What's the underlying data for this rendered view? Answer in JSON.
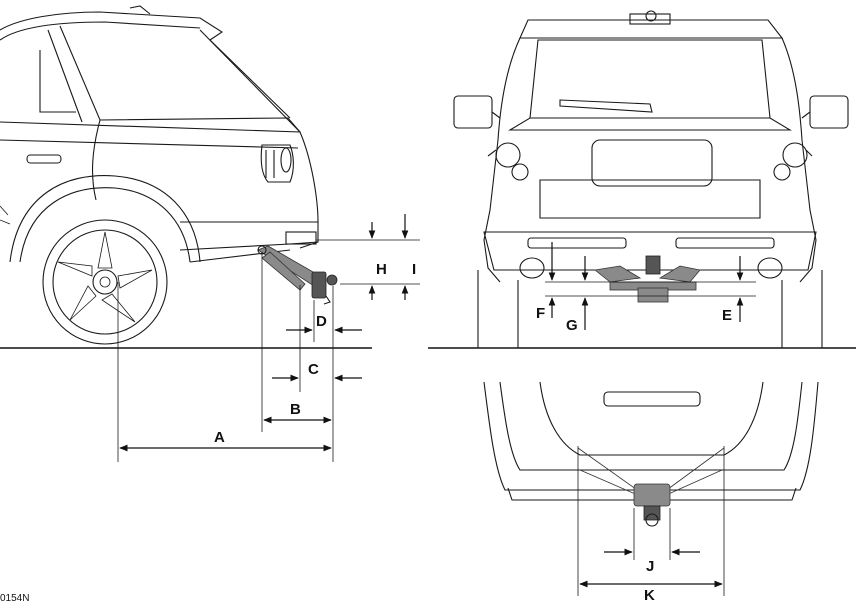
{
  "diagram": {
    "reference_code": "0154N",
    "dimension_labels": {
      "A": "A",
      "B": "B",
      "C": "C",
      "D": "D",
      "E": "E",
      "F": "F",
      "G": "G",
      "H": "H",
      "I": "I",
      "J": "J",
      "K": "K"
    },
    "views": [
      "side-view",
      "rear-view",
      "top-view"
    ],
    "line_color": "#1a1a1a",
    "tow_bar_color": "#8a8a8a"
  }
}
